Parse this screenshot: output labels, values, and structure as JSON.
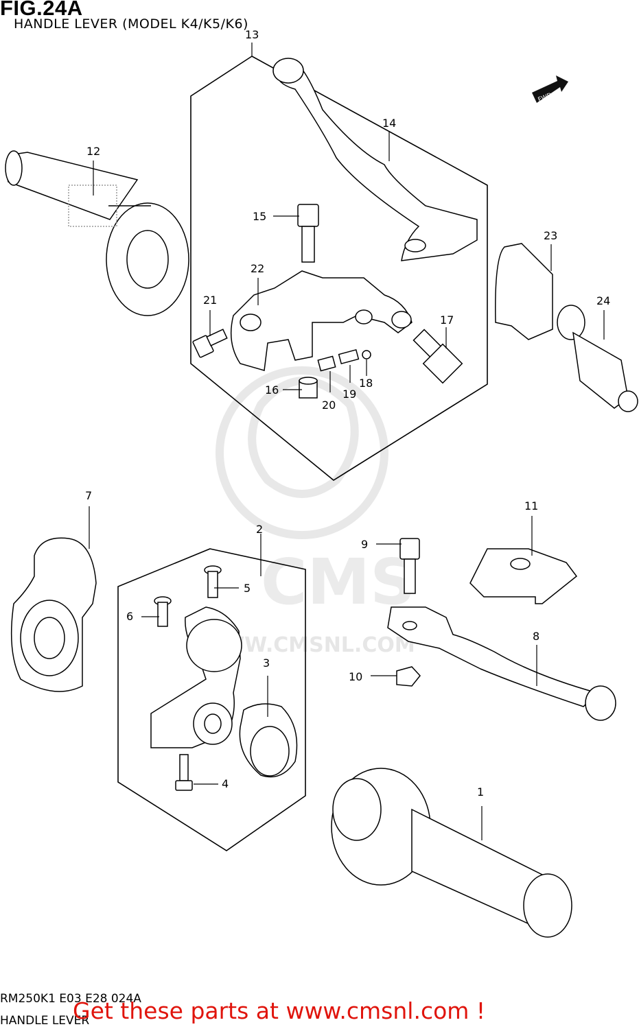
{
  "figure": {
    "title": "FIG.24A",
    "subtitle": "HANDLE LEVER (MODEL K4/K5/K6)"
  },
  "arrow_label": "FWD",
  "watermark": {
    "logo_text": "CMS",
    "url": "WWW.CMSNL.COM"
  },
  "callouts": [
    {
      "num": "1"
    },
    {
      "num": "2"
    },
    {
      "num": "3"
    },
    {
      "num": "4"
    },
    {
      "num": "5"
    },
    {
      "num": "6"
    },
    {
      "num": "7"
    },
    {
      "num": "8"
    },
    {
      "num": "9"
    },
    {
      "num": "10"
    },
    {
      "num": "11"
    },
    {
      "num": "12"
    },
    {
      "num": "13"
    },
    {
      "num": "14"
    },
    {
      "num": "15"
    },
    {
      "num": "16"
    },
    {
      "num": "17"
    },
    {
      "num": "18"
    },
    {
      "num": "19"
    },
    {
      "num": "20"
    },
    {
      "num": "21"
    },
    {
      "num": "22"
    },
    {
      "num": "23"
    },
    {
      "num": "24"
    }
  ],
  "footer": {
    "code": "RM250K1 E03 E28 024A",
    "name": "HANDLE LEVER",
    "promo": "Get these parts at www.cmsnl.com !",
    "promo_color": "#e0140c"
  }
}
